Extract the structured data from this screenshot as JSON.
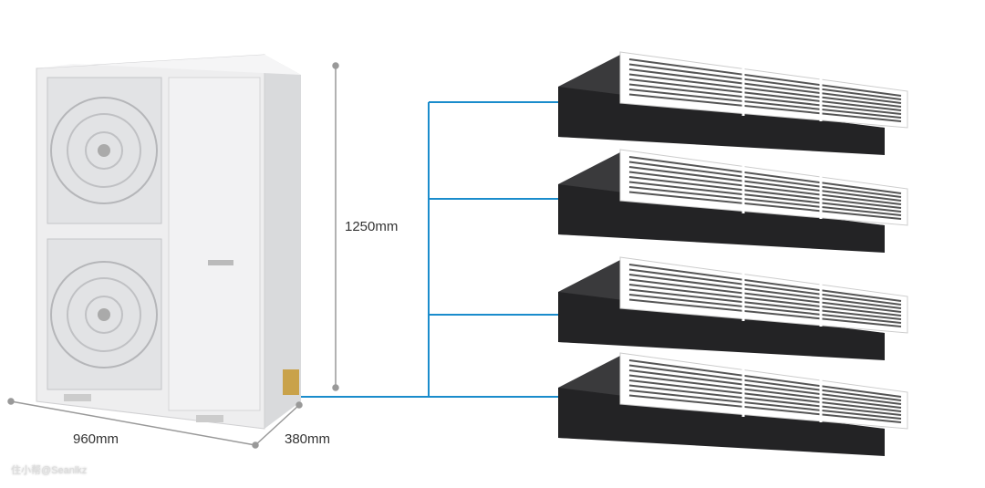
{
  "dimensions": {
    "height": "1250mm",
    "width": "960mm",
    "depth": "380mm"
  },
  "watermark": "住小帮@Seanlkz",
  "colors": {
    "pipe": "#1a8ccc",
    "dimension_line": "#999999",
    "indoor_dark": "#2b2b2d",
    "unit_body": "#eeeeef"
  },
  "indoor_unit_count": 4
}
